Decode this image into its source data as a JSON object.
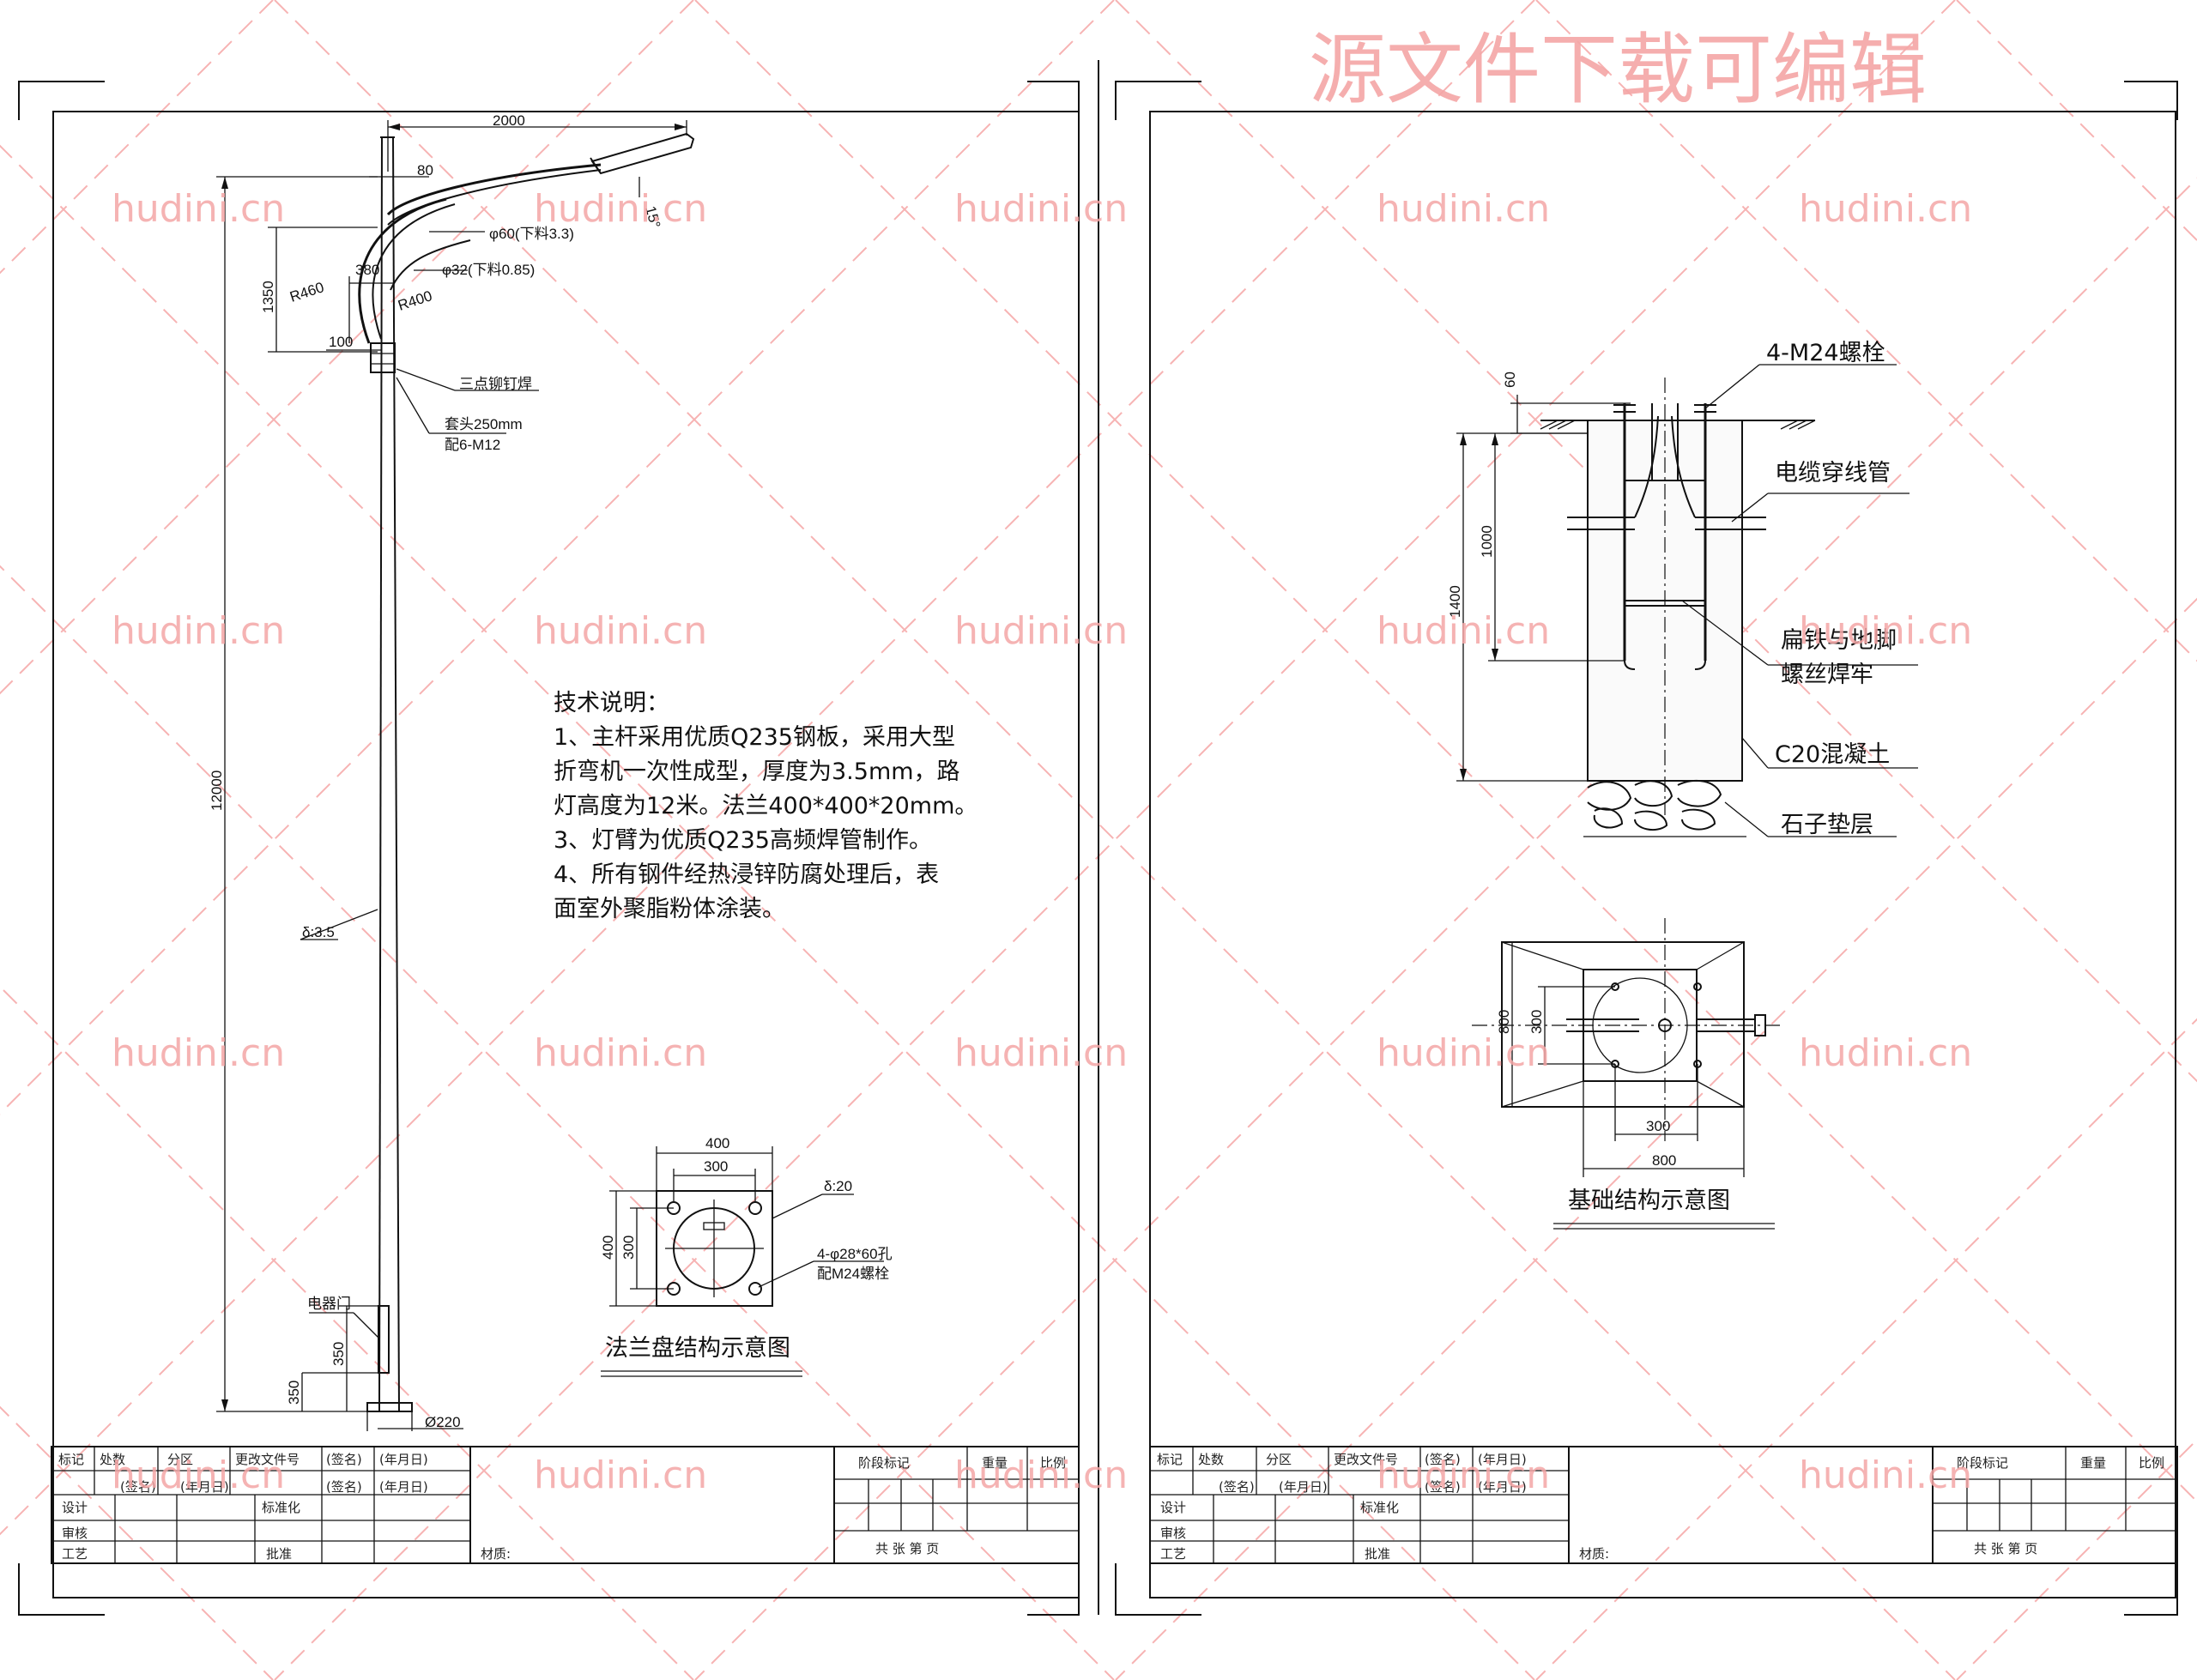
{
  "watermark": {
    "banner": "源文件下载可编辑",
    "site": "hudini.cn"
  },
  "left_sheet": {
    "pole_dims": {
      "arm_reach": "2000",
      "arm_offset": "80",
      "arm_angle": "15°",
      "arm_pipe": "φ60(下料3.3)",
      "brace_pipe": "φ32(下料0.85)",
      "rise": "1350",
      "brace_span": "380",
      "radius_outer": "R460",
      "radius_inner": "R400",
      "bracket": "100",
      "total_height": "12000",
      "wall": "δ:3.5",
      "door_label": "电器门",
      "door_height": "350",
      "door_base": "350",
      "base_dia": "Ø220"
    },
    "notes": {
      "rivet": "三点铆钉焊",
      "sleeve": "套头250mm",
      "bolts": "配6-M12"
    },
    "tech": {
      "heading": "技术说明：",
      "lines": [
        "1、主杆采用优质Q235钢板，采用大型",
        "折弯机一次性成型，厚度为3.5mm，路",
        "灯高度为12米。法兰400*400*20mm。",
        "3、灯臂为优质Q235高频焊管制作。",
        "4、所有钢件经热浸锌防腐处理后，表",
        "面室外聚脂粉体涂装。"
      ]
    },
    "flange": {
      "w400": "400",
      "w300": "300",
      "h400": "400",
      "h300": "300",
      "thickness": "δ:20",
      "holes": "4-φ28*60孔",
      "bolts": "配M24螺栓",
      "caption": "法兰盘结构示意图"
    }
  },
  "right_sheet": {
    "foundation": {
      "top": "60",
      "depth_1000": "1000",
      "depth_1400": "1400",
      "bolts": "4-M24螺栓",
      "conduit": "电缆穿线管",
      "weld_line1": "扁铁与地脚",
      "weld_line2": "螺丝焊牢",
      "concrete": "C20混凝土",
      "gravel": "石子垫层",
      "plan_800_v": "800",
      "plan_300_v": "300",
      "plan_300_h": "300",
      "plan_800_h": "800",
      "caption": "基础结构示意图"
    }
  },
  "title_block": {
    "r1": [
      "标记",
      "处数",
      "分区",
      "更改文件号",
      "(签名)",
      "(年月日)"
    ],
    "design": "设计",
    "sign": "(签名)",
    "date": "(年月日)",
    "std": "标准化",
    "review": "审核",
    "craft": "工艺",
    "approve": "批准",
    "stage": "阶段标记",
    "weight": "重量",
    "scale": "比例",
    "material": "材质:",
    "sheets": "共    张    第    页"
  }
}
